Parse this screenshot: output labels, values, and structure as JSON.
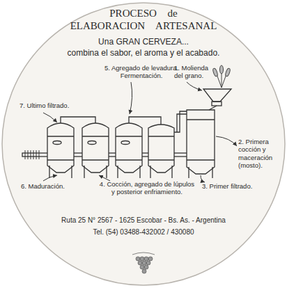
{
  "diagram": {
    "title": "PROCESO de ELABORACION ARTESANAL",
    "labels": [
      "Una GRAN CERVEZA...",
      "combina el sabor, el aroma y el acabado.",
      "7. Ultimo filtrado.",
      "5. Agregado de levadura. Fermentación.",
      "1. Molienda del grano.",
      "2. Primera cocción y maceración (mosto).",
      "6. Maduración.",
      "4. Cocción, agregado de lúpulos y posterior enfriamiento.",
      "3. Primer filtrado.",
      "Ruta 25 N° 2567 - 1625 Escobar - Bs. As. - Argentina",
      "Tel. (54) 03488-432002 / 430080"
    ]
  }
}
